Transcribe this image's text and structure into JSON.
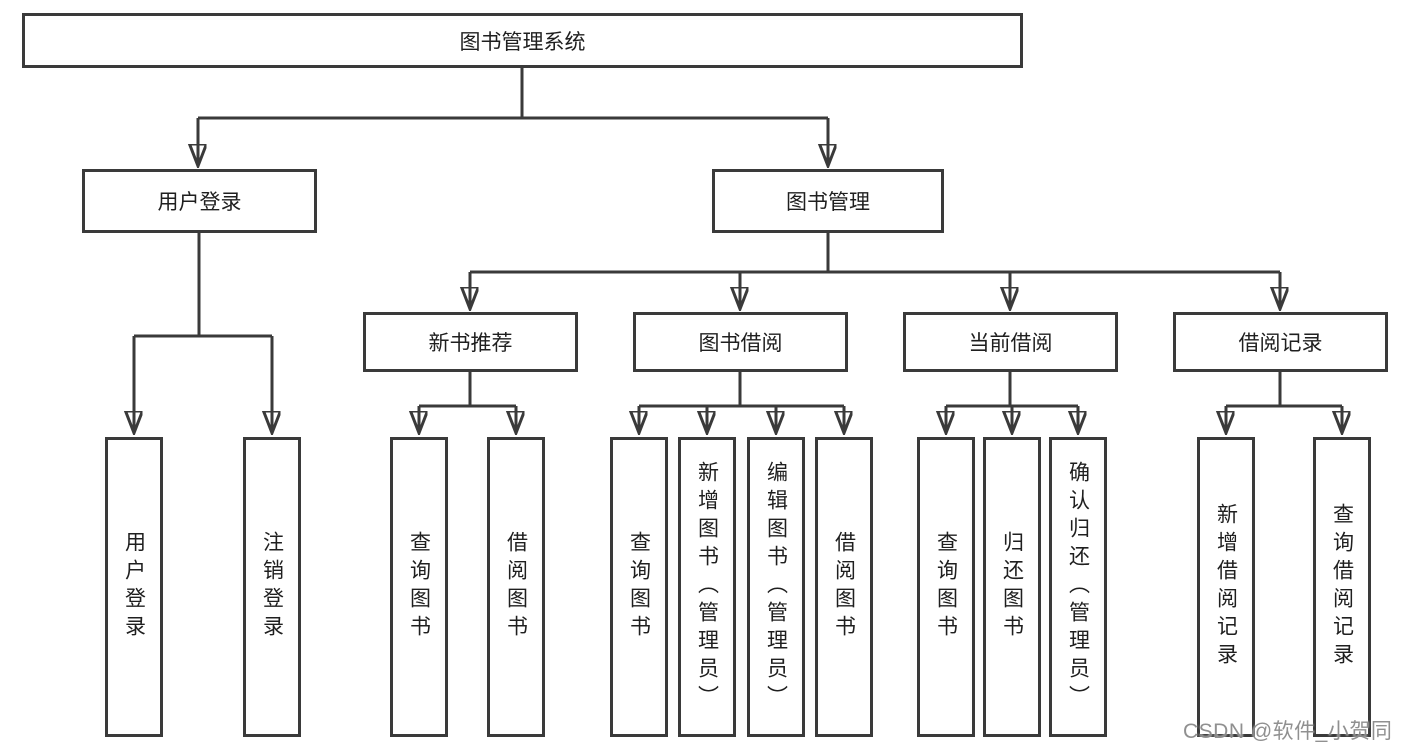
{
  "tree": {
    "root": {
      "label": "图书管理系统",
      "children": [
        {
          "label": "用户登录",
          "children": [
            {
              "label": "用户登录"
            },
            {
              "label": "注销登录"
            }
          ]
        },
        {
          "label": "图书管理",
          "children": [
            {
              "label": "新书推荐",
              "children": [
                {
                  "label": "查询图书"
                },
                {
                  "label": "借阅图书"
                }
              ]
            },
            {
              "label": "图书借阅",
              "children": [
                {
                  "label": "查询图书"
                },
                {
                  "label": "新增图书（管理员）"
                },
                {
                  "label": "编辑图书（管理员）"
                },
                {
                  "label": "借阅图书"
                }
              ]
            },
            {
              "label": "当前借阅",
              "children": [
                {
                  "label": "查询图书"
                },
                {
                  "label": "归还图书"
                },
                {
                  "label": "确认归还（管理员）"
                }
              ]
            },
            {
              "label": "借阅记录",
              "children": [
                {
                  "label": "新增借阅记录"
                },
                {
                  "label": "查询借阅记录"
                }
              ]
            }
          ]
        }
      ]
    }
  },
  "watermark": {
    "text": "CSDN @软件_小贺同学"
  },
  "colors": {
    "line": "#3a3a3a",
    "box_border": "#3a3a3a",
    "box_fill": "#ffffff",
    "text": "#1f1f1f",
    "watermark": "#878787",
    "background": "#ffffff"
  }
}
